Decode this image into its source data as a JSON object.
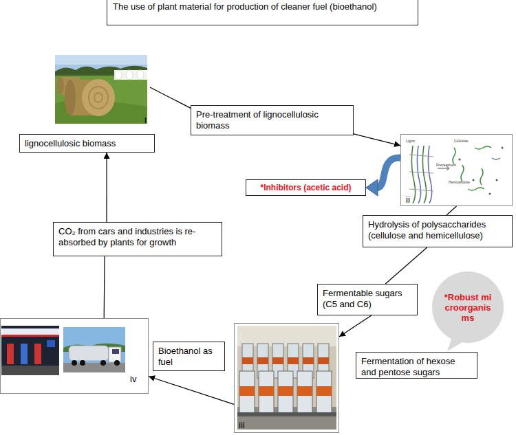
{
  "diagram": {
    "title": "The use of plant material for production of cleaner fuel (bioethanol)",
    "nodes": [
      {
        "text": [
          "i"
        ]
      },
      {
        "text": [
          "lignocellulosic biomass"
        ]
      },
      {
        "text": [
          "Pre-treatment of lignocellulosic biomass"
        ]
      },
      {
        "text": [
          "ii"
        ]
      },
      {
        "text": [
          "*Inhibitors (acetic acid)"
        ]
      },
      {
        "text": [
          "Hydrolysis of polysaccharides (cellulose and hemicellulose)"
        ]
      },
      {
        "text": [
          "CO₂ from cars and industries is re-absorbed by plants for growth"
        ]
      },
      {
        "text": [
          "Fermentable sugars (C5 and C6)"
        ]
      },
      {
        "text": [
          "*Robust microorganisms"
        ]
      },
      {
        "text": [
          "Bioethanol as fuel"
        ]
      },
      {
        "text": [
          "Fermentation of hexose and pentose sugars"
        ]
      },
      {
        "text": [
          "iv"
        ]
      },
      {
        "text": [
          "iii"
        ]
      }
    ],
    "edges": [
      {
        "from": 0,
        "to": 2,
        "arrow": "none"
      },
      {
        "from": 2,
        "to": 3,
        "arrow": "to"
      },
      {
        "from": 3,
        "to": 4,
        "arrow": "to"
      },
      {
        "from": 3,
        "to": 5,
        "arrow": "none"
      },
      {
        "from": 5,
        "to": 7,
        "arrow": "none"
      },
      {
        "from": 7,
        "to": 12,
        "arrow": "to"
      },
      {
        "from": 12,
        "to": 11,
        "arrow": "to"
      },
      {
        "from": 11,
        "to": 6,
        "arrow": "none"
      },
      {
        "from": 6,
        "to": 1,
        "arrow": "to"
      }
    ],
    "labels": [
      "Lignin",
      "Cellulose",
      "Pretreatment",
      "Hemicellulose"
    ]
  }
}
